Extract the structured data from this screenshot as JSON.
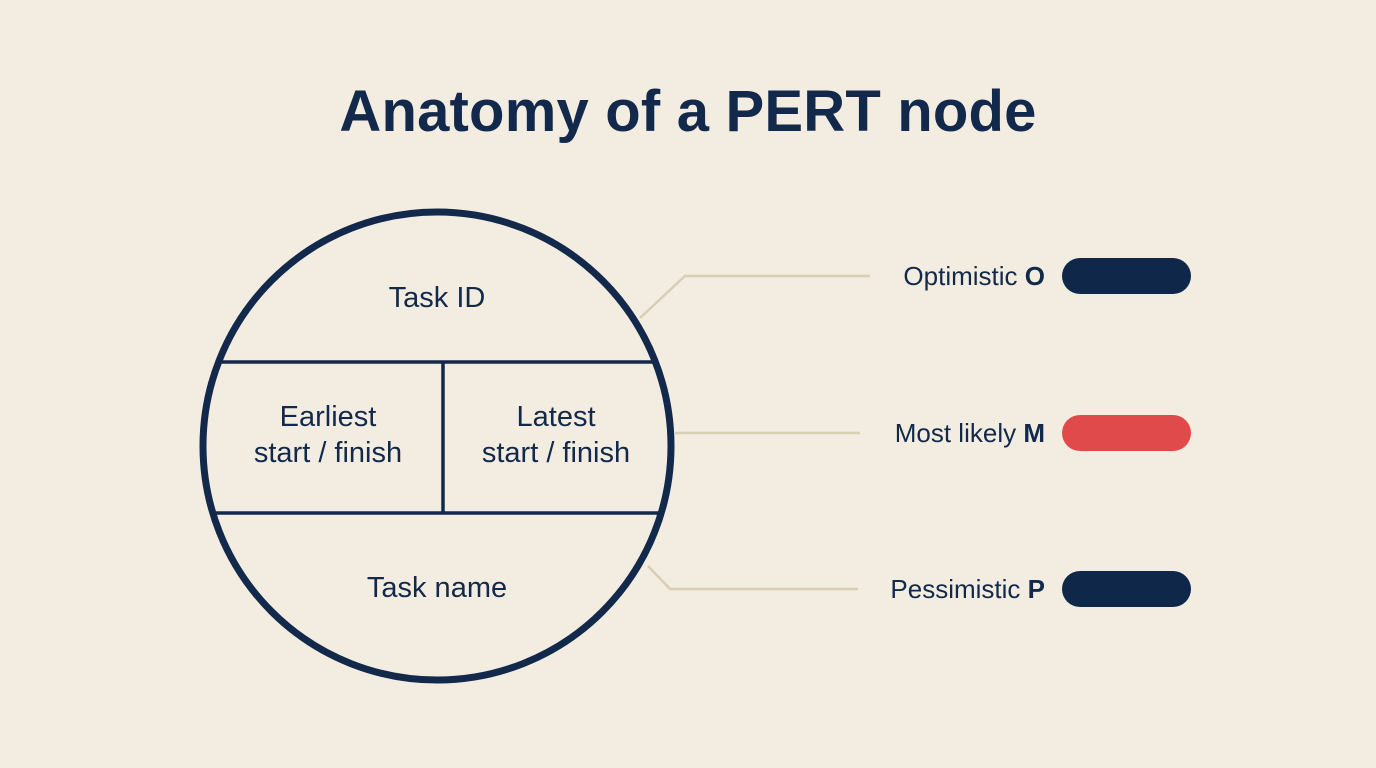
{
  "title": "Anatomy of a PERT node",
  "node": {
    "top": "Task ID",
    "left_line1": "Earliest",
    "left_line2": "start / finish",
    "right_line1": "Latest",
    "right_line2": "start / finish",
    "bottom": "Task name"
  },
  "estimates": [
    {
      "label": "Optimistic",
      "letter": "O",
      "color": "#0f2748"
    },
    {
      "label": "Most likely",
      "letter": "M",
      "color": "#e04a4a"
    },
    {
      "label": "Pessimistic",
      "letter": "P",
      "color": "#0f2748"
    }
  ],
  "colors": {
    "background": "#f3ede1",
    "ink": "#13294b",
    "leader": "#d8ceb4"
  }
}
